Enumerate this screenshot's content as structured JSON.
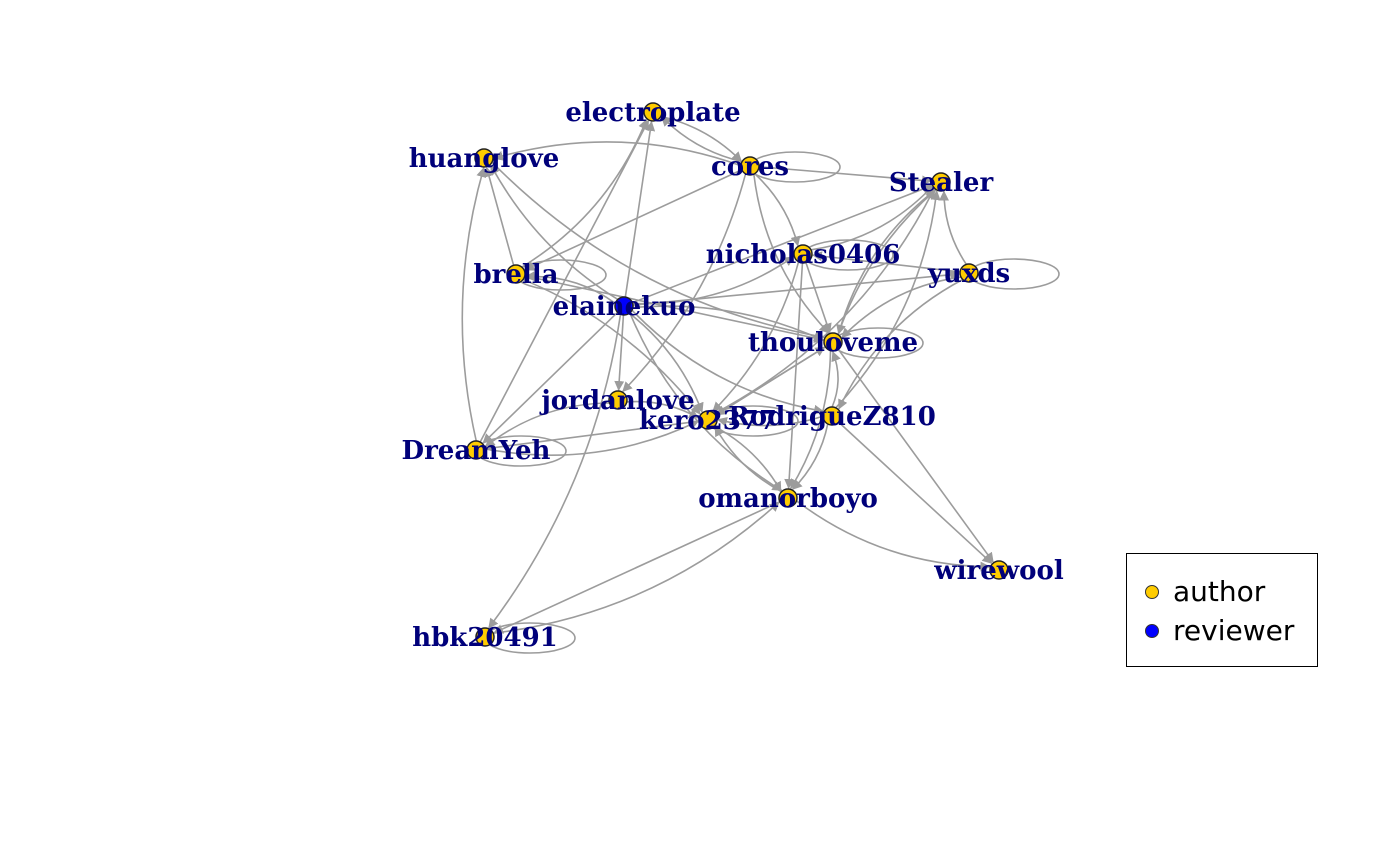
{
  "colors": {
    "author": "#ffcc00",
    "reviewer": "#0000ff",
    "edge": "#9c9c9c",
    "label": "#00007a"
  },
  "legend": [
    {
      "label": "author",
      "color": "#ffcc00"
    },
    {
      "label": "reviewer",
      "color": "#0000ff"
    }
  ],
  "nodes": [
    {
      "id": "electroplate",
      "label": "electroplate",
      "role": "author"
    },
    {
      "id": "huanglove",
      "label": "huanglove",
      "role": "author"
    },
    {
      "id": "cores",
      "label": "cores",
      "role": "author"
    },
    {
      "id": "Stealer",
      "label": "Stealer",
      "role": "author"
    },
    {
      "id": "nicholas0406",
      "label": "nicholas0406",
      "role": "author"
    },
    {
      "id": "brella",
      "label": "brella",
      "role": "author"
    },
    {
      "id": "yuxds",
      "label": "yuxds",
      "role": "author"
    },
    {
      "id": "elainekuo",
      "label": "elainekuo",
      "role": "reviewer"
    },
    {
      "id": "thouloveme",
      "label": "thouloveme",
      "role": "author"
    },
    {
      "id": "jordanlove",
      "label": "jordanlove",
      "role": "author"
    },
    {
      "id": "kero2377",
      "label": "kero2377",
      "role": "author"
    },
    {
      "id": "RodrigueZ810",
      "label": "RodrigueZ810",
      "role": "author"
    },
    {
      "id": "DreamYeh",
      "label": "DreamYeh",
      "role": "author"
    },
    {
      "id": "omanorboyo",
      "label": "omanorboyo",
      "role": "author"
    },
    {
      "id": "wirewool",
      "label": "wirewool",
      "role": "author"
    },
    {
      "id": "hbk20491",
      "label": "hbk20491",
      "role": "author"
    }
  ],
  "edges": [
    [
      "elainekuo",
      "electroplate"
    ],
    [
      "elainekuo",
      "huanglove"
    ],
    [
      "elainekuo",
      "brella"
    ],
    [
      "elainekuo",
      "Stealer"
    ],
    [
      "elainekuo",
      "nicholas0406"
    ],
    [
      "elainekuo",
      "thouloveme"
    ],
    [
      "elainekuo",
      "jordanlove"
    ],
    [
      "elainekuo",
      "kero2377"
    ],
    [
      "elainekuo",
      "RodrigueZ810"
    ],
    [
      "elainekuo",
      "DreamYeh"
    ],
    [
      "elainekuo",
      "omanorboyo"
    ],
    [
      "elainekuo",
      "hbk20491"
    ],
    [
      "elainekuo",
      "yuxds"
    ],
    [
      "cores",
      "electroplate"
    ],
    [
      "cores",
      "huanglove"
    ],
    [
      "cores",
      "Stealer"
    ],
    [
      "cores",
      "thouloveme"
    ],
    [
      "cores",
      "nicholas0406"
    ],
    [
      "cores",
      "brella"
    ],
    [
      "cores",
      "jordanlove"
    ],
    [
      "huanglove",
      "thouloveme"
    ],
    [
      "brella",
      "huanglove"
    ],
    [
      "brella",
      "electroplate"
    ],
    [
      "brella",
      "kero2377"
    ],
    [
      "brella",
      "thouloveme"
    ],
    [
      "DreamYeh",
      "huanglove"
    ],
    [
      "DreamYeh",
      "kero2377"
    ],
    [
      "DreamYeh",
      "electroplate"
    ],
    [
      "jordanlove",
      "DreamYeh"
    ],
    [
      "jordanlove",
      "kero2377"
    ],
    [
      "kero2377",
      "thouloveme"
    ],
    [
      "kero2377",
      "omanorboyo"
    ],
    [
      "kero2377",
      "Stealer"
    ],
    [
      "kero2377",
      "DreamYeh"
    ],
    [
      "RodrigueZ810",
      "thouloveme"
    ],
    [
      "RodrigueZ810",
      "omanorboyo"
    ],
    [
      "RodrigueZ810",
      "wirewool"
    ],
    [
      "RodrigueZ810",
      "kero2377"
    ],
    [
      "RodrigueZ810",
      "Stealer"
    ],
    [
      "nicholas0406",
      "thouloveme"
    ],
    [
      "nicholas0406",
      "Stealer"
    ],
    [
      "nicholas0406",
      "kero2377"
    ],
    [
      "nicholas0406",
      "omanorboyo"
    ],
    [
      "yuxds",
      "Stealer"
    ],
    [
      "yuxds",
      "thouloveme"
    ],
    [
      "yuxds",
      "nicholas0406"
    ],
    [
      "yuxds",
      "RodrigueZ810"
    ],
    [
      "thouloveme",
      "omanorboyo"
    ],
    [
      "thouloveme",
      "wirewool"
    ],
    [
      "thouloveme",
      "Stealer"
    ],
    [
      "omanorboyo",
      "wirewool"
    ],
    [
      "omanorboyo",
      "hbk20491"
    ],
    [
      "hbk20491",
      "omanorboyo"
    ],
    [
      "omanorboyo",
      "kero2377"
    ],
    [
      "thouloveme",
      "kero2377"
    ],
    [
      "electroplate",
      "cores"
    ],
    [
      "Stealer",
      "thouloveme"
    ]
  ],
  "self_loops": [
    "cores",
    "brella",
    "yuxds",
    "thouloveme",
    "DreamYeh",
    "hbk20491",
    "nicholas0406",
    "kero2377"
  ]
}
